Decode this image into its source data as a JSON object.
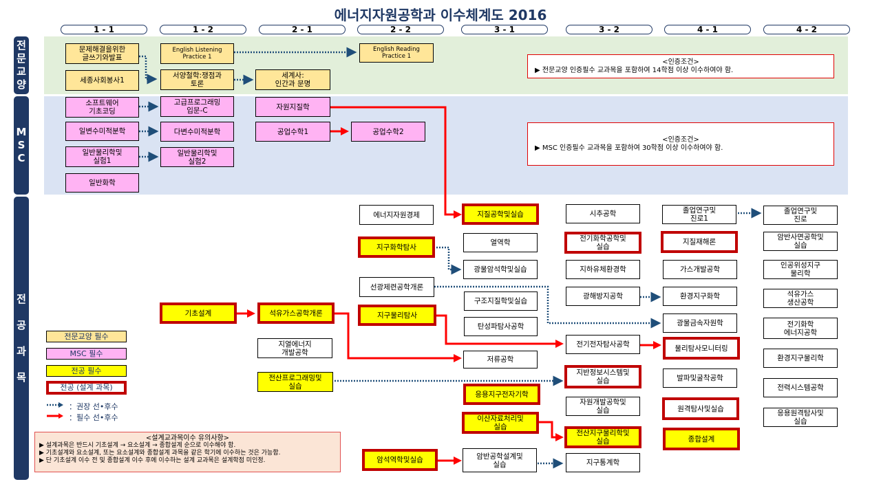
{
  "title": "에너지자원공학과 이수체계도 2016",
  "semesters": [
    "1 - 1",
    "1 - 2",
    "2 - 1",
    "2 - 2",
    "3 - 1",
    "3 - 2",
    "4 - 1",
    "4 - 2"
  ],
  "sections": {
    "general": "전\n문\n교\n양",
    "msc": "M\nS\nC",
    "major": "전\n\n공\n\n과\n\n목"
  },
  "colors": {
    "general_required": "#ffe699",
    "msc_required": "#ffb3f3",
    "major_required": "#ffff00",
    "design_border": "#c00000",
    "recommended_arrow": "#1f4e79",
    "required_arrow": "#ff0000",
    "band_general": "#e2efda",
    "band_msc": "#dae3f3",
    "sidebar": "#1f3864"
  },
  "courses": {
    "g1": "문제해결을위한\n글쓰기와발표",
    "g2": "세종사회봉사1",
    "g3": "English  Listening\nPractice  1",
    "g4": "서양철학:쟁점과\n토론",
    "g5": "세계사:\n인간과 문명",
    "g6": "English  Reading\nPractice  1",
    "m1": "소프트웨어\n기초코딩",
    "m2": "일변수미적분학",
    "m3": "일반물리학및\n실험1",
    "m4": "일반화학",
    "m5": "고급프로그래밍\n입문-C",
    "m6": "다변수미적분학",
    "m7": "일반물리학및\n실험2",
    "m8": "자원지질학",
    "m9": "공업수학1",
    "m10": "공업수학2",
    "j1": "기초설계",
    "j2": "석유가스공학개론",
    "j3": "지열에너지\n개발공학",
    "j4": "전산프로그래밍및\n실습",
    "j5": "에너지자원경제",
    "j6": "지구화학탐사",
    "j7": "선광제련공학개론",
    "j8": "지구물리탐사",
    "j9": "암석역학및실습",
    "j10": "지질공학및실습",
    "j11": "열역학",
    "j12": "광물암석학및실습",
    "j13": "구조지질학및실습",
    "j14": "탄성파탐사공학",
    "j15": "저류공학",
    "j16": "응용지구전자기학",
    "j17": "이산자료처리및\n실습",
    "j18": "암반공학설계및\n실습",
    "j19": "시추공학",
    "j20": "전기화학공학및\n실습",
    "j21": "지하유체환경학",
    "j22": "광해방지공학",
    "j23": "전기전자탐사공학",
    "j24": "지반정보시스템및\n실습",
    "j25": "자원개발공학및\n실습",
    "j26": "전산지구물리학및\n실습",
    "j27": "지구통계학",
    "j28": "졸업연구및\n진로1",
    "j29": "지질재해론",
    "j30": "가스개발공학",
    "j31": "환경지구화학",
    "j32": "광물금속자원학",
    "j33": "물리탐사모니터링",
    "j34": "발파및굴착공학",
    "j35": "원격탐사및실습",
    "j36": "종합설계",
    "j37": "졸업연구및\n진로",
    "j38": "암반사면공학및\n실습",
    "j39": "인공위성지구\n물리학",
    "j40": "석유가스\n생산공학",
    "j41": "전기화학\n에너지공학",
    "j42": "환경지구물리학",
    "j43": "전력시스템공학",
    "j44": "응용원격탐사및\n실습"
  },
  "conditions": {
    "general": {
      "heading": "<인증조건>",
      "text": "▶ 전문교양 인증필수 교과목을 포함하여 14학점 이상 이수하여야 함."
    },
    "msc": {
      "heading": "<인증조건>",
      "text": "▶ MSC 인증필수 교과목을 포함하여 30학점 이상 이수하여야 함."
    }
  },
  "legend": {
    "general_required": "전문교양 필수",
    "msc_required": "MSC 필수",
    "major_required": "전공 필수",
    "major_design": "전공 (설계 과목)",
    "recommended": "：권장 선•후수",
    "required": "：필수 선•후수"
  },
  "design_notes": {
    "heading": "<설계교과목이수 유의사항>",
    "lines": [
      "▶ 설계과목은 반드시 기초설계 → 요소설계 → 종합설계 순으로 이수해야 함.",
      "▶ 기초설계와 요소설계, 또는 요소설계와 종합설계 과목을 같은 학기에 이수하는 것은 가능함.",
      "▶ 단 기초설계 이수 전 및 종합설계 이수 후에 이수하는 설계 교과목은 설계학점 미인정."
    ]
  }
}
